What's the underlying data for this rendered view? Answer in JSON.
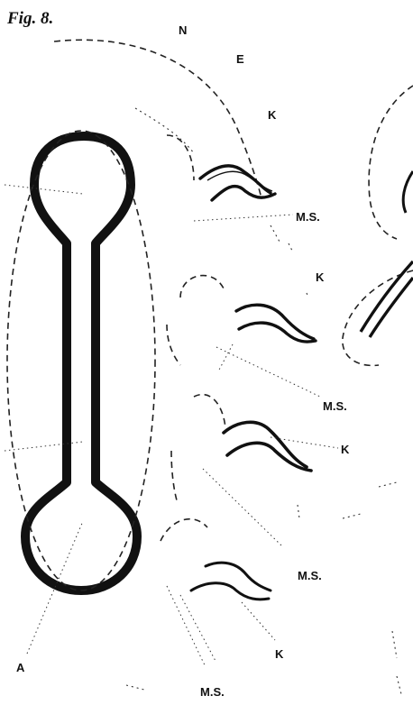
{
  "figure": {
    "title": "Fig. 8.",
    "labels": {
      "N": "N",
      "E": "E",
      "K_top": "K",
      "MS_1": "M.S.",
      "K_2": "K",
      "MS_2": "M.S.",
      "K_3": "K",
      "MS_3": "M.S.",
      "K_4": "K",
      "A": "A",
      "MS_4": "M.S."
    }
  }
}
